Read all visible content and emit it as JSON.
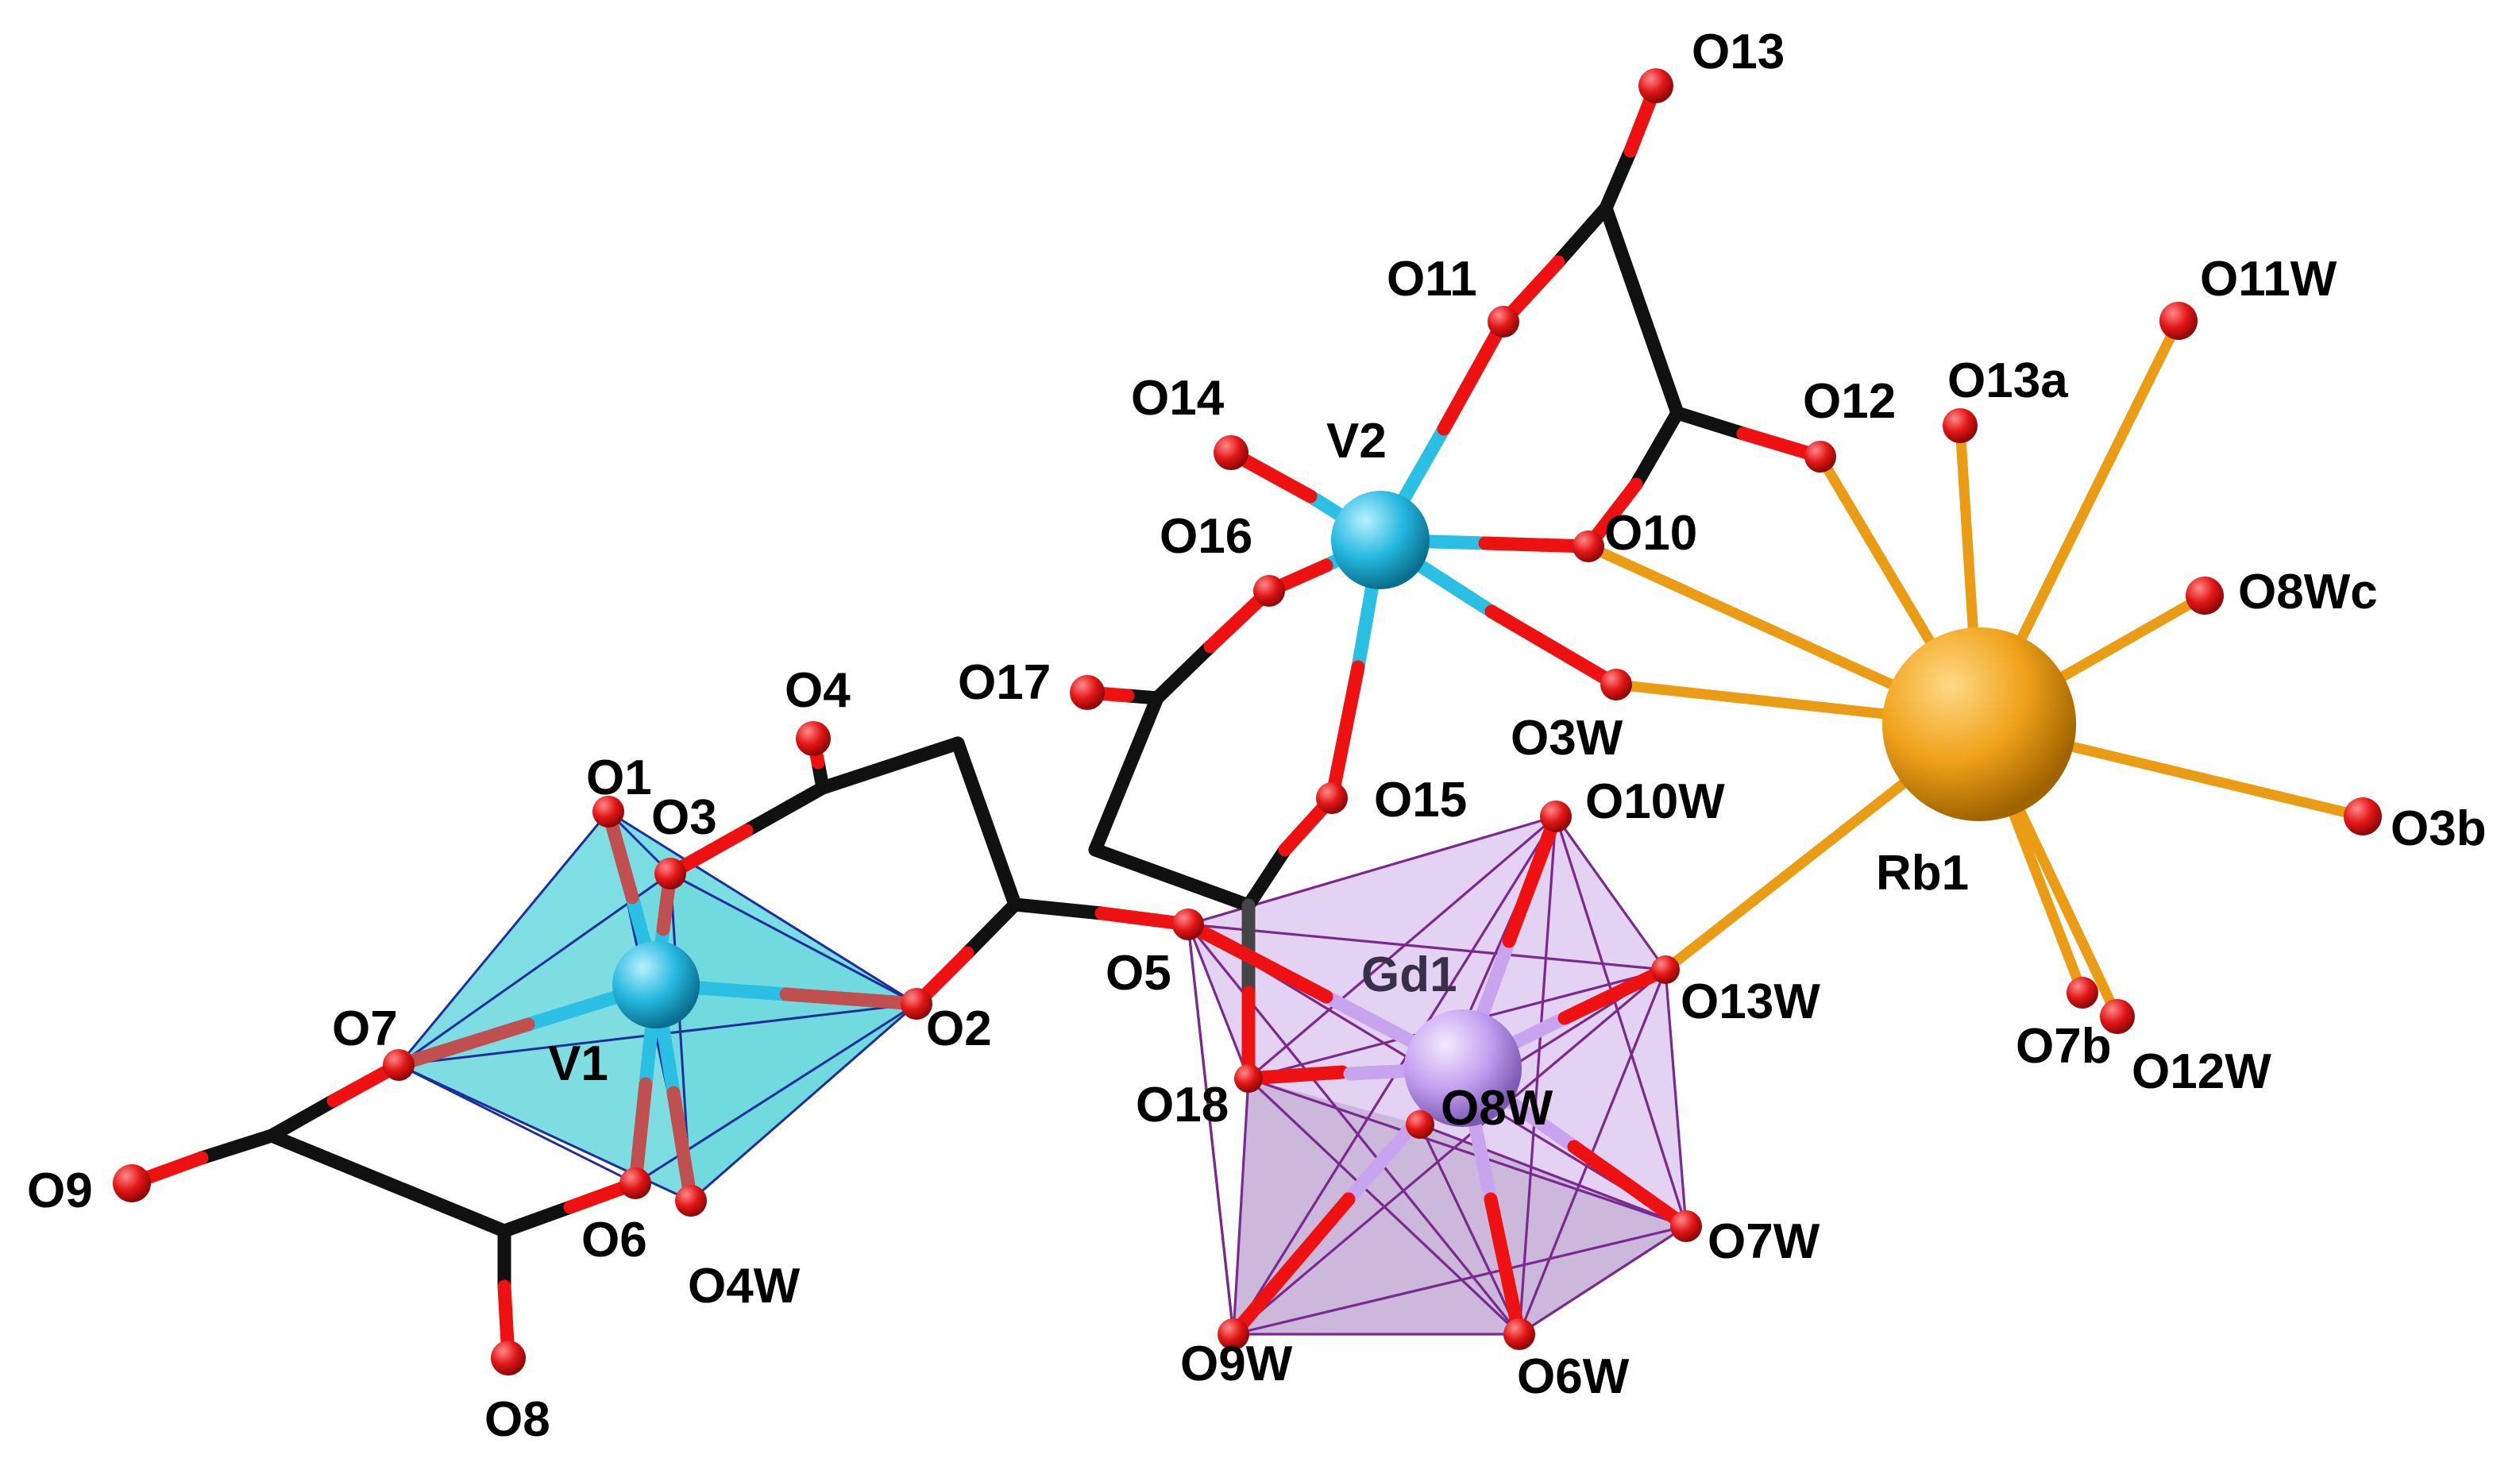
{
  "colors": {
    "background": "#ffffff",
    "oxygen": "#e41a1a",
    "carbon_bond": "#111111",
    "vanadium": "#2bbfe3",
    "gadolinium": "#c8a4ee",
    "rubidium": "#f0a21a",
    "v_polyhedron_fill": "#58d3d8",
    "v_polyhedron_edge": "#1c2f9a",
    "gd_polyhedron_fill": "#d9c3ec",
    "gd_polyhedron_edge": "#7a2a8e",
    "rb_bond": "#e99c14"
  },
  "labels": {
    "V1": "V1",
    "V2": "V2",
    "Gd1": "Gd1",
    "Rb1": "Rb1",
    "O1": "O1",
    "O2": "O2",
    "O3": "O3",
    "O4": "O4",
    "O5": "O5",
    "O6": "O6",
    "O7": "O7",
    "O8": "O8",
    "O9": "O9",
    "O10": "O10",
    "O11": "O11",
    "O12": "O12",
    "O13": "O13",
    "O14": "O14",
    "O15": "O15",
    "O16": "O16",
    "O17": "O17",
    "O18": "O18",
    "O3W": "O3W",
    "O4W": "O4W",
    "O6W": "O6W",
    "O7W": "O7W",
    "O8W": "O8W",
    "O9W": "O9W",
    "O10W": "O10W",
    "O11W": "O11W",
    "O12W": "O12W",
    "O13W": "O13W",
    "O13a": "O13a",
    "O8Wc": "O8Wc",
    "O3b": "O3b",
    "O7b": "O7b"
  }
}
